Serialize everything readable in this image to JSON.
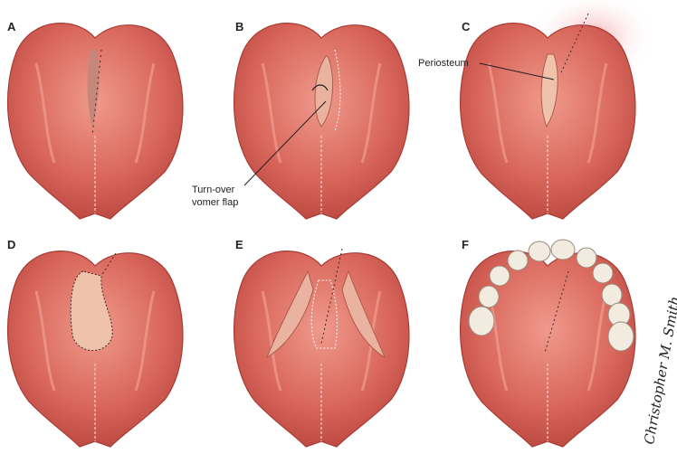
{
  "panels": [
    {
      "label": "A"
    },
    {
      "label": "B"
    },
    {
      "label": "C"
    },
    {
      "label": "D"
    },
    {
      "label": "E"
    },
    {
      "label": "F"
    }
  ],
  "annotations": {
    "periosteum": "Periosteum",
    "vomer_flap_line1": "Turn-over",
    "vomer_flap_line2": "vomer flap"
  },
  "signature": "Christopher M. Smith",
  "colors": {
    "tissue": "#d9675c",
    "tissue_dark": "#b8453d",
    "tissue_light": "#ef9a8c",
    "periosteum": "#efc3aa",
    "tooth": "#f2ebe0",
    "suture": "#3a2a2a"
  }
}
